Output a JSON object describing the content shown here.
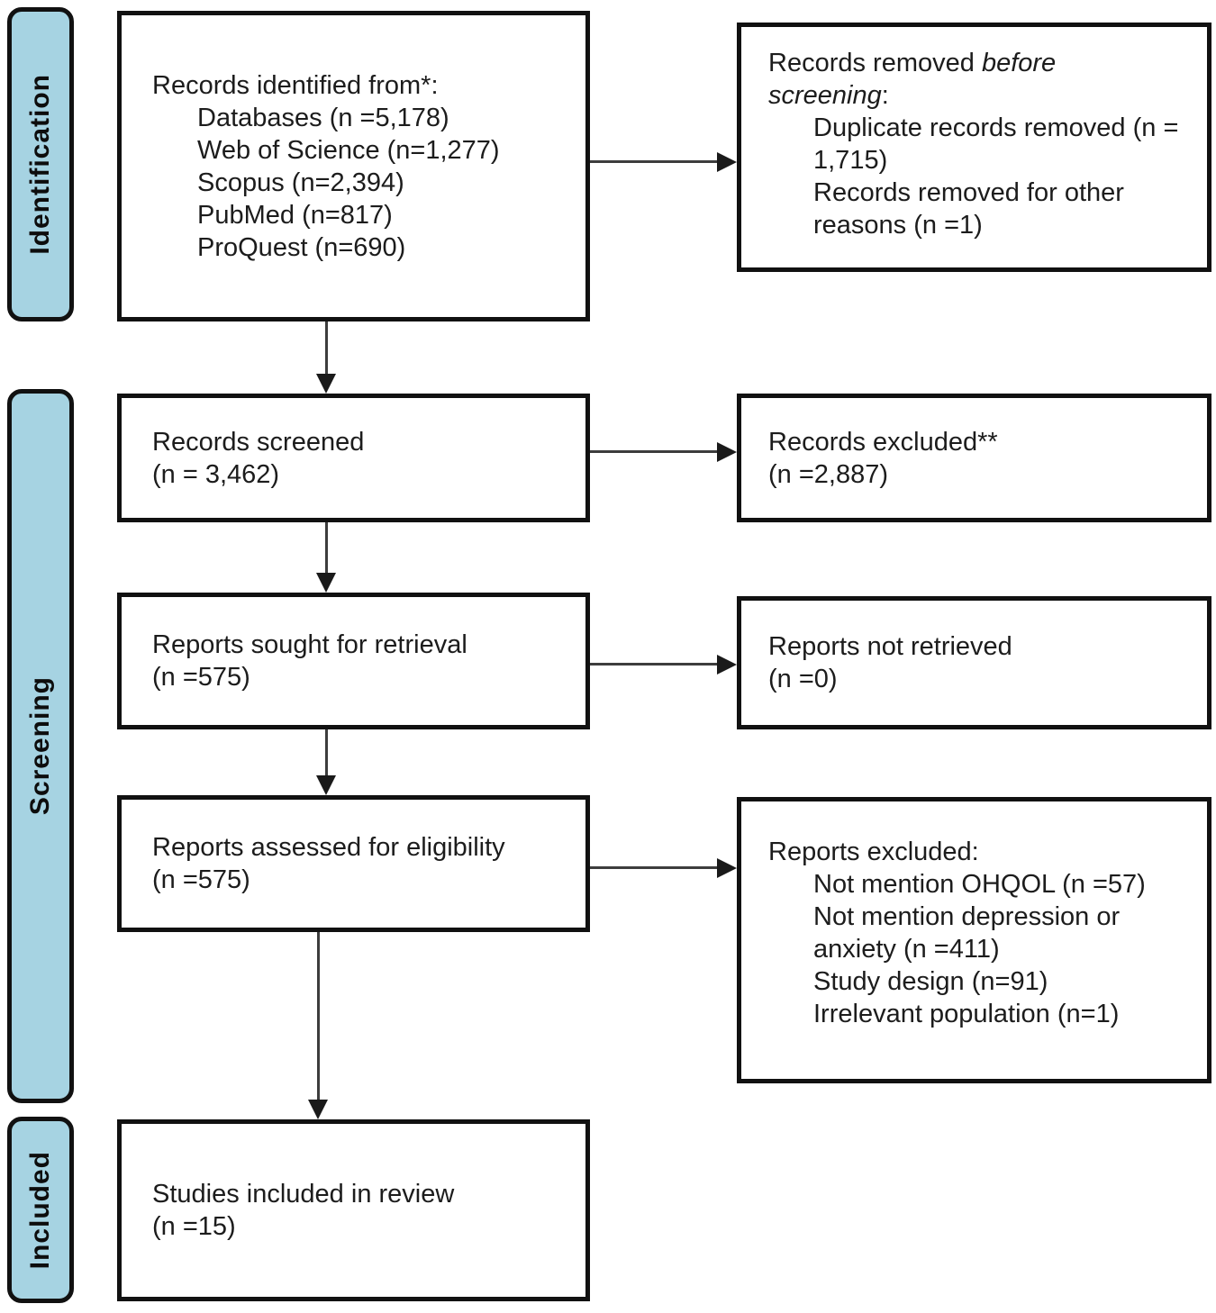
{
  "diagram": {
    "type": "PRISMA flow diagram",
    "stages": [
      {
        "label": "Identification"
      },
      {
        "label": "Screening"
      },
      {
        "label": "Included"
      }
    ],
    "boxes": {
      "identified": {
        "title": "Records identified from*:",
        "items": [
          "Databases (n =5,178)",
          "Web of Science (n=1,277)",
          "Scopus (n=2,394)",
          "PubMed (n=817)",
          "ProQuest (n=690)"
        ]
      },
      "removed_before_screening": {
        "line1_regular": "Records removed ",
        "line1_italic": "before",
        "line2_italic": "screening",
        "line2_regular": ":",
        "items": [
          "Duplicate records removed (n = 1,715)",
          "Records removed for other reasons (n =1)"
        ]
      },
      "screened": {
        "line1": "Records screened",
        "line2": "(n = 3,462)"
      },
      "records_excluded": {
        "line1": "Records excluded**",
        "line2": "(n =2,887)"
      },
      "sought": {
        "line1": "Reports sought for retrieval",
        "line2": "(n =575)"
      },
      "not_retrieved": {
        "line1": "Reports not retrieved",
        "line2": "(n =0)"
      },
      "assessed": {
        "line1": "Reports assessed for eligibility",
        "line2": "(n =575)"
      },
      "reports_excluded": {
        "title": "Reports excluded:",
        "items": [
          "Not mention OHQOL (n =57)",
          "Not mention depression or anxiety (n =411)",
          "Study design (n=91)",
          "Irrelevant population (n=1)"
        ]
      },
      "included_studies": {
        "line1": "Studies included in review",
        "line2": "(n =15)"
      }
    }
  },
  "colors": {
    "stage_fill": "#a6d3e2",
    "box_fill": "#ffffff",
    "border": "#111111",
    "arrow": "#3d3d3d",
    "text": "#1c1c1c"
  }
}
